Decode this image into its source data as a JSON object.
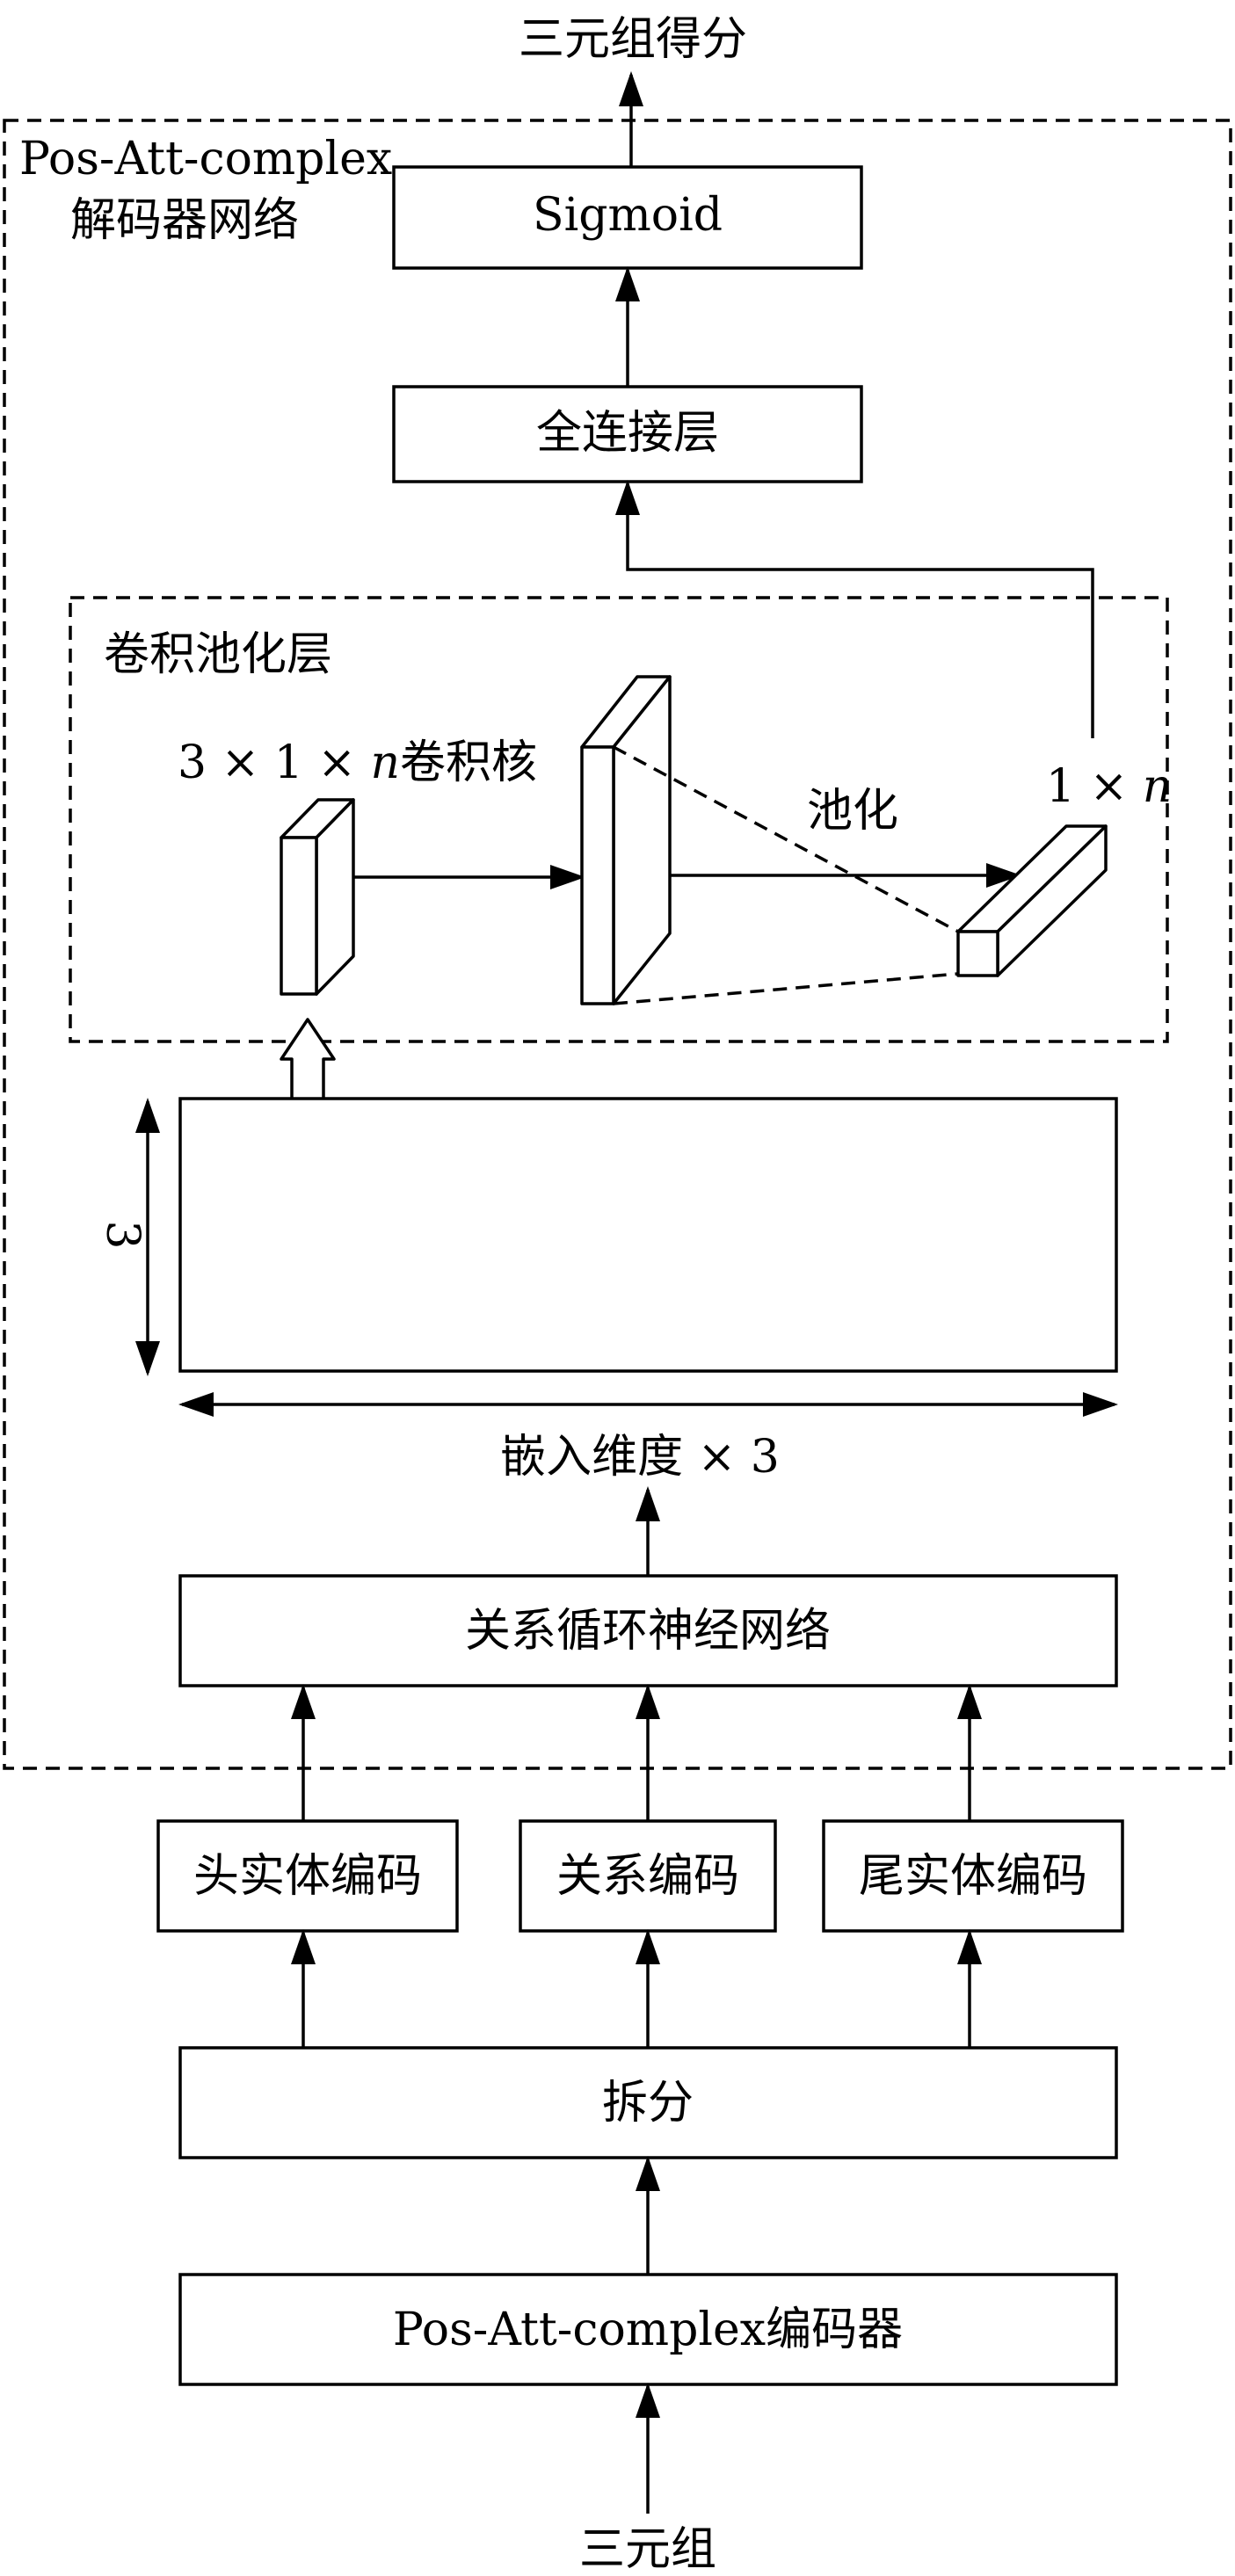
{
  "labels": {
    "output": "三元组得分",
    "decoder_title_line1": "Pos-Att-complex",
    "decoder_title_line2": "解码器网络",
    "sigmoid": "Sigmoid",
    "fc": "全连接层",
    "conv_pool_layer": "卷积池化层",
    "kernel_prefix": "3 × 1 × ",
    "kernel_n": "n",
    "kernel_suffix": "卷积核",
    "pooling": "池化",
    "pooled_prefix": "1 × ",
    "pooled_n": "n",
    "height_dim": "3",
    "width_dim": "嵌入维度 × 3",
    "rnn": "关系循环神经网络",
    "head_enc": "头实体编码",
    "rel_enc": "关系编码",
    "tail_enc": "尾实体编码",
    "split": "拆分",
    "encoder": "Pos-Att-complex编码器",
    "input": "三元组"
  }
}
